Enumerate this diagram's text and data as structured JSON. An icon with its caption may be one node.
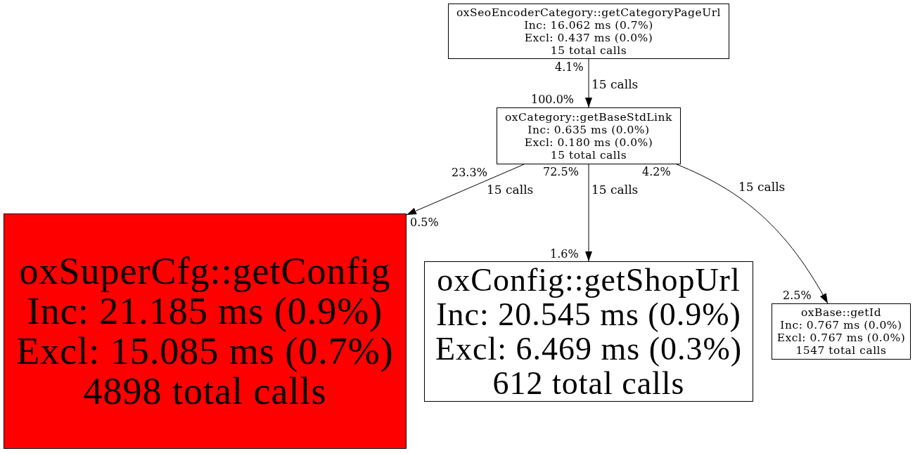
{
  "diagram": {
    "nodes": [
      {
        "text": [
          "oxSeoEncoderCategory::getCategoryPageUrl",
          "Inc: 16.062 ms (0.7%)",
          "Excl: 0.437 ms (0.0%)",
          "15 total calls"
        ]
      },
      {
        "text": [
          "oxCategory::getBaseStdLink",
          "Inc: 0.635 ms (0.0%)",
          "Excl: 0.180 ms (0.0%)",
          "15 total calls"
        ]
      },
      {
        "text": [
          "oxSuperCfg::getConfig",
          "Inc: 21.185 ms (0.9%)",
          "Excl: 15.085 ms (0.7%)",
          "4898 total calls"
        ]
      },
      {
        "text": [
          "oxConfig::getShopUrl",
          "Inc: 20.545 ms (0.9%)",
          "Excl: 6.469 ms (0.3%)",
          "612 total calls"
        ]
      },
      {
        "text": [
          "oxBase::getId",
          "Inc: 0.767 ms (0.0%)",
          "Excl: 0.767 ms (0.0%)",
          "1547 total calls"
        ]
      }
    ],
    "edges": [
      {
        "from": 0,
        "to": 1,
        "arrow": "to",
        "label": "15 calls"
      },
      {
        "from": 1,
        "to": 2,
        "arrow": "to",
        "label": "15 calls"
      },
      {
        "from": 1,
        "to": 3,
        "arrow": "to",
        "label": "15 calls"
      },
      {
        "from": 1,
        "to": 4,
        "arrow": "to",
        "label": "15 calls"
      }
    ],
    "labels": [
      "4.1%",
      "100.0%",
      "23.3%",
      "72.5%",
      "4.2%",
      "0.5%",
      "1.6%",
      "2.5%"
    ]
  }
}
